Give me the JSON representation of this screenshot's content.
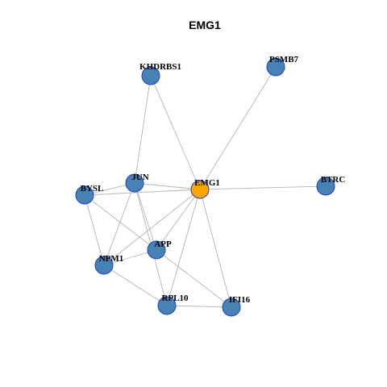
{
  "title": "EMG1",
  "colors": {
    "node_default": "#4682b4",
    "node_focus": "#ffa500",
    "node_border": "#1f3fbf",
    "edge": "#b4b4b4"
  },
  "nodes": [
    {
      "id": "KHDRBS1",
      "label": "KHDRBS1",
      "focus": false
    },
    {
      "id": "PSMB7",
      "label": "PSMB7",
      "focus": false
    },
    {
      "id": "JUN",
      "label": "JUN",
      "focus": false
    },
    {
      "id": "BYSL",
      "label": "BYSL",
      "focus": false
    },
    {
      "id": "EMG1",
      "label": "EMG1",
      "focus": true
    },
    {
      "id": "BTRC",
      "label": "BTRC",
      "focus": false
    },
    {
      "id": "APP",
      "label": "APP",
      "focus": false
    },
    {
      "id": "NPM1",
      "label": "NPM1",
      "focus": false
    },
    {
      "id": "RPL10",
      "label": "RPL10",
      "focus": false
    },
    {
      "id": "IFI16",
      "label": "IFI16",
      "focus": false
    }
  ],
  "edges": [
    [
      "KHDRBS1",
      "JUN"
    ],
    [
      "KHDRBS1",
      "EMG1"
    ],
    [
      "PSMB7",
      "EMG1"
    ],
    [
      "EMG1",
      "BTRC"
    ],
    [
      "EMG1",
      "JUN"
    ],
    [
      "EMG1",
      "BYSL"
    ],
    [
      "EMG1",
      "APP"
    ],
    [
      "EMG1",
      "NPM1"
    ],
    [
      "EMG1",
      "RPL10"
    ],
    [
      "EMG1",
      "IFI16"
    ],
    [
      "JUN",
      "BYSL"
    ],
    [
      "JUN",
      "NPM1"
    ],
    [
      "JUN",
      "APP"
    ],
    [
      "JUN",
      "RPL10"
    ],
    [
      "BYSL",
      "NPM1"
    ],
    [
      "BYSL",
      "APP"
    ],
    [
      "APP",
      "NPM1"
    ],
    [
      "APP",
      "IFI16"
    ],
    [
      "NPM1",
      "RPL10"
    ],
    [
      "RPL10",
      "IFI16"
    ]
  ]
}
